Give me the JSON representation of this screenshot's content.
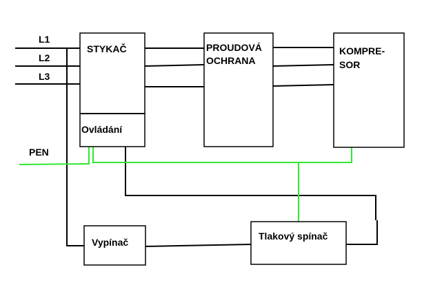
{
  "colors": {
    "line": "#000000",
    "pen": "#2ee82e",
    "background": "#ffffff"
  },
  "inputs": {
    "l1": "L1",
    "l2": "L2",
    "l3": "L3",
    "pen": "PEN"
  },
  "blocks": {
    "stykac": "STYKAČ",
    "ovladani": "Ovládání",
    "proudova_line1": "PROUDOVÁ",
    "proudova_line2": "OCHRANA",
    "kompresor_line1": "KOMPRE-",
    "kompresor_line2": "SOR",
    "vypinac": "Vypínač",
    "tlakovy_spinac": "Tlakový spínač"
  }
}
